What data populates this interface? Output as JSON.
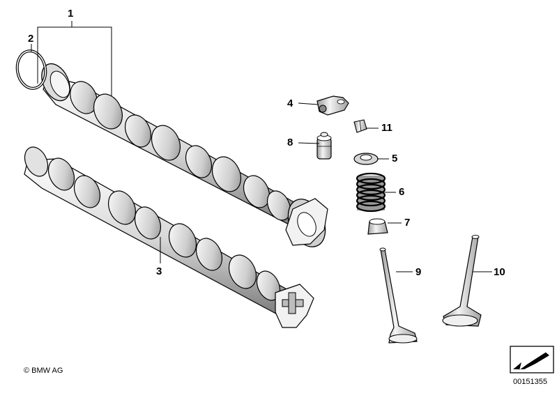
{
  "diagram": {
    "callouts": [
      {
        "id": "1",
        "label": "1"
      },
      {
        "id": "2",
        "label": "2"
      },
      {
        "id": "3",
        "label": "3"
      },
      {
        "id": "4",
        "label": "4"
      },
      {
        "id": "5",
        "label": "5"
      },
      {
        "id": "6",
        "label": "6"
      },
      {
        "id": "7",
        "label": "7"
      },
      {
        "id": "8",
        "label": "8"
      },
      {
        "id": "9",
        "label": "9"
      },
      {
        "id": "10",
        "label": "10"
      },
      {
        "id": "11",
        "label": "11"
      }
    ],
    "copyright": "© BMW AG",
    "image_number": "00151355"
  },
  "colors": {
    "line": "#000000",
    "part_fill": "#ffffff",
    "shade": "#c8c8c8",
    "dark_shade": "#8a8a8a"
  }
}
